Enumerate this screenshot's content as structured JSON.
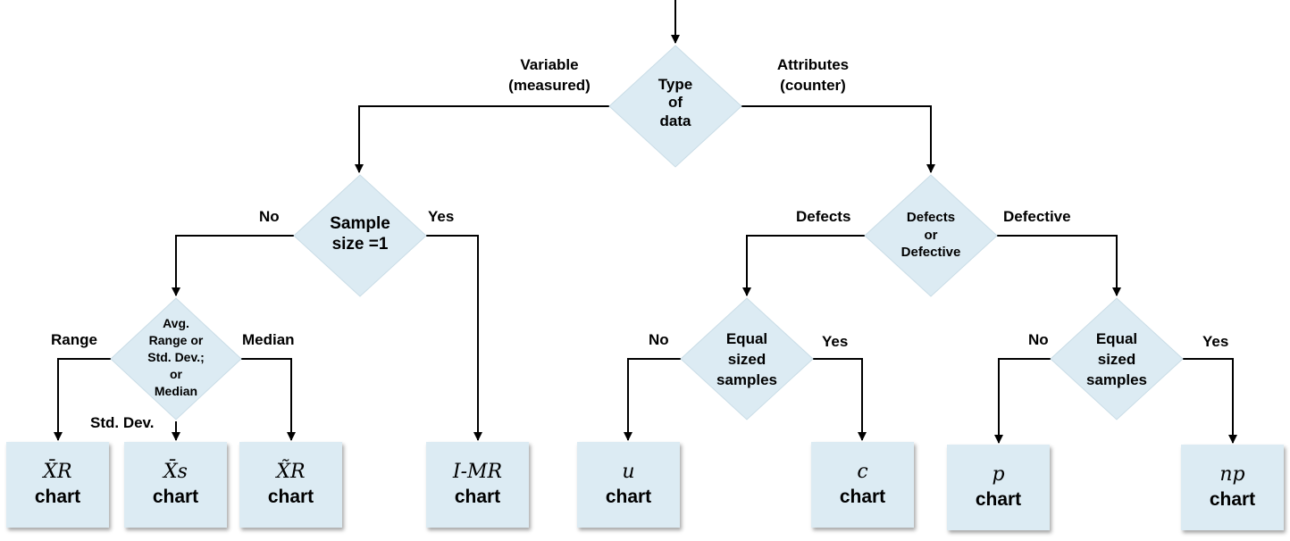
{
  "decisions": {
    "type_of_data": "Type\nof\ndata",
    "sample_size": "Sample\nsize  =1",
    "avg_range_std_median": "Avg.\nRange or\nStd. Dev.;\nor\nMedian",
    "defects_or_defective": "Defects\nor\nDefective",
    "equal_sized_defects": "Equal\nsized\nsamples",
    "equal_sized_defective": "Equal\nsized\nsamples"
  },
  "branch_labels": {
    "variable": "Variable\n(measured)",
    "attributes": "Attributes\n(counter)",
    "no_1": "No",
    "yes_1": "Yes",
    "defects": "Defects",
    "defective": "Defective",
    "range": "Range",
    "median": "Median",
    "std_dev": "Std. Dev.",
    "no_u": "No",
    "yes_c": "Yes",
    "no_p": "No",
    "yes_np": "Yes"
  },
  "charts": [
    {
      "symbol": "X̄R",
      "label": "chart"
    },
    {
      "symbol": "X̄s",
      "label": "chart"
    },
    {
      "symbol": "X̃R",
      "label": "chart"
    },
    {
      "symbol": "I-MR",
      "label": "chart"
    },
    {
      "symbol": "u",
      "label": "chart"
    },
    {
      "symbol": "c",
      "label": "chart"
    },
    {
      "symbol": "p",
      "label": "chart"
    },
    {
      "symbol": "np",
      "label": "chart"
    }
  ],
  "colors": {
    "shape_fill": "#dcebf3",
    "connector": "#000000"
  }
}
